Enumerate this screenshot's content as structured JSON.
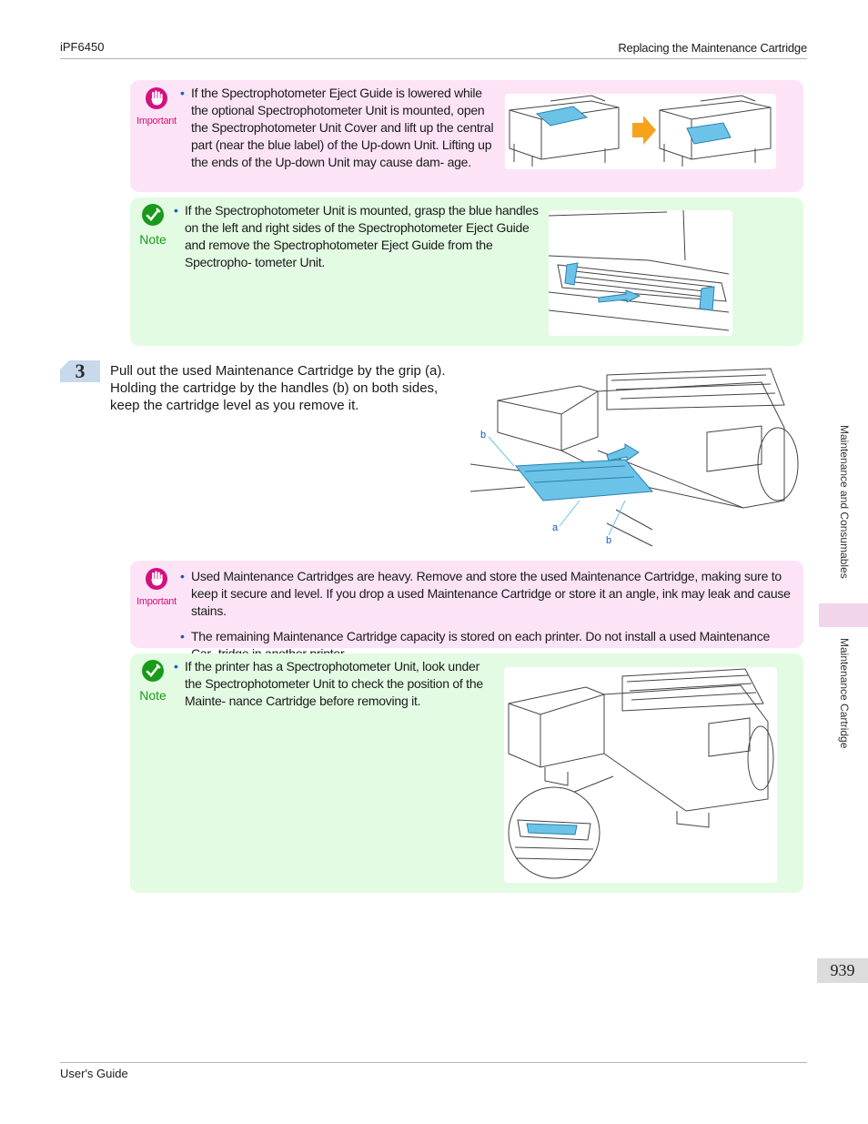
{
  "header": {
    "left": "iPF6450",
    "right": "Replacing the Maintenance Cartridge"
  },
  "footer": {
    "left": "User's Guide"
  },
  "labels": {
    "important": "Important",
    "note": "Note"
  },
  "important1": {
    "bullets": [
      "If the Spectrophotometer Eject Guide is lowered while the optional Spectrophotometer Unit is mounted, open the Spectrophotometer Unit Cover and lift up the central part (near the blue label) of the Up-down Unit. Lifting up the ends of the Up-down Unit may cause dam- age."
    ]
  },
  "note1": {
    "bullets": [
      "If the Spectrophotometer Unit is mounted, grasp the blue handles on the left and right sides of the Spectrophotometer Eject Guide and remove the Spectrophotometer Eject Guide from the Spectropho- tometer Unit."
    ]
  },
  "step3": {
    "number": "3",
    "text": "Pull out the used Maintenance Cartridge by the grip (a). Holding the cartridge by the handles (b) on both sides, keep the cartridge level as you remove it.",
    "callouts": {
      "a": "a",
      "b_top": "b",
      "b_bottom": "b"
    }
  },
  "important2": {
    "bullets": [
      "Used Maintenance Cartridges are heavy. Remove and store the used Maintenance Cartridge, making sure to keep it secure and level. If you drop a used Maintenance Cartridge or store it an angle, ink may leak and cause stains.",
      "The remaining Maintenance Cartridge capacity is stored on each printer. Do not install a used Maintenance Car- tridge in another printer."
    ]
  },
  "note2": {
    "bullets": [
      "If the printer has a Spectrophotometer Unit, look under the Spectrophotometer Unit to check the position of the Mainte- nance Cartridge before removing it."
    ]
  },
  "side_tabs": {
    "chapter": "Maintenance and Consumables",
    "section": "Maintenance Cartridge"
  },
  "page_number": "939",
  "colors": {
    "important_bg": "#fce4f6",
    "note_bg": "#e3fbe3",
    "important_icon": "#d4107f",
    "note_icon": "#1a9a1a",
    "cartridge_blue": "#6cc3e8",
    "arrow_orange": "#f7a21b"
  }
}
